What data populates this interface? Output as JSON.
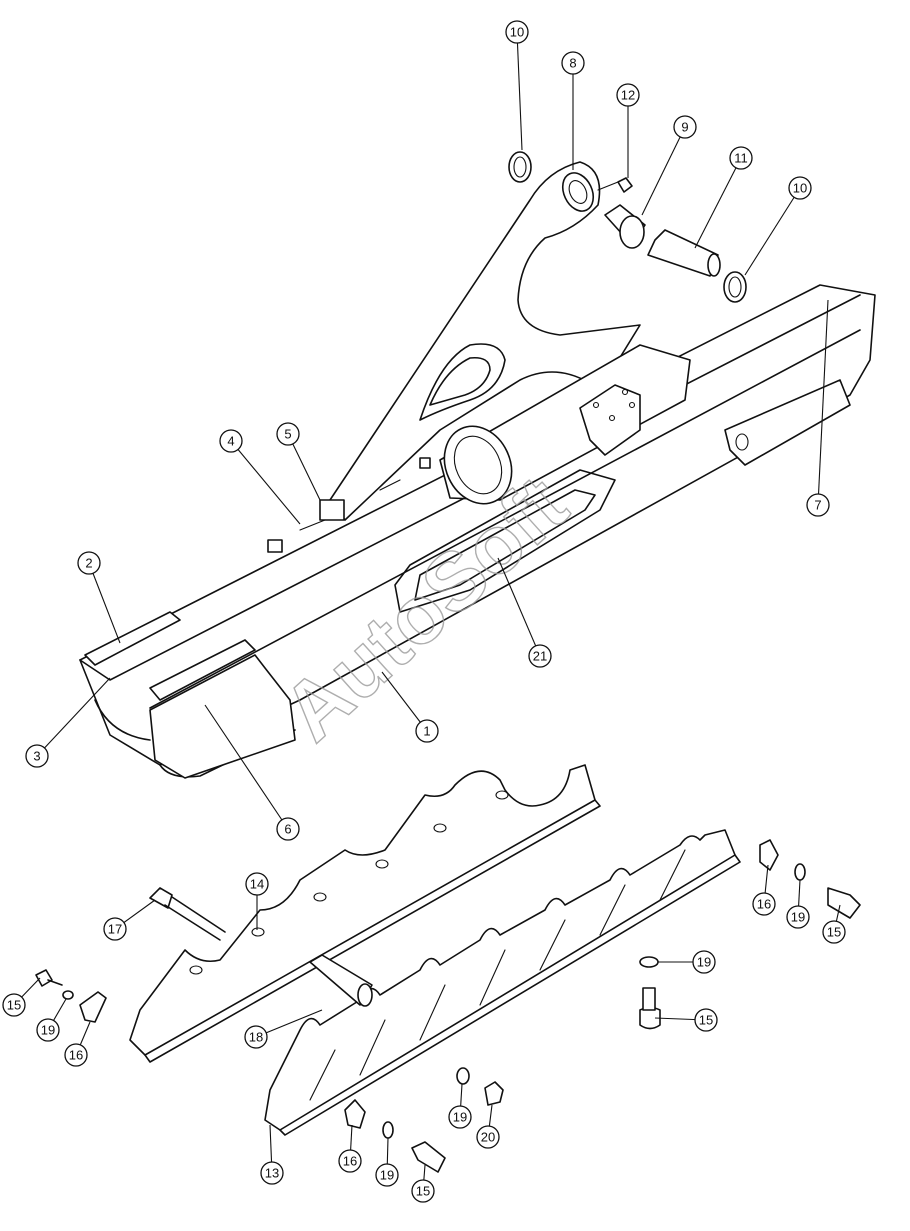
{
  "watermark": "AutoSoft",
  "callouts": [
    {
      "label": "1"
    },
    {
      "label": "2"
    },
    {
      "label": "3"
    },
    {
      "label": "4"
    },
    {
      "label": "5"
    },
    {
      "label": "6"
    },
    {
      "label": "7"
    },
    {
      "label": "8"
    },
    {
      "label": "9"
    },
    {
      "label": "10"
    },
    {
      "label": "10"
    },
    {
      "label": "11"
    },
    {
      "label": "12"
    },
    {
      "label": "13"
    },
    {
      "label": "14"
    },
    {
      "label": "15"
    },
    {
      "label": "15"
    },
    {
      "label": "15"
    },
    {
      "label": "15"
    },
    {
      "label": "16"
    },
    {
      "label": "16"
    },
    {
      "label": "16"
    },
    {
      "label": "17"
    },
    {
      "label": "18"
    },
    {
      "label": "19"
    },
    {
      "label": "19"
    },
    {
      "label": "19"
    },
    {
      "label": "19"
    },
    {
      "label": "19"
    },
    {
      "label": "20"
    },
    {
      "label": "21"
    }
  ]
}
